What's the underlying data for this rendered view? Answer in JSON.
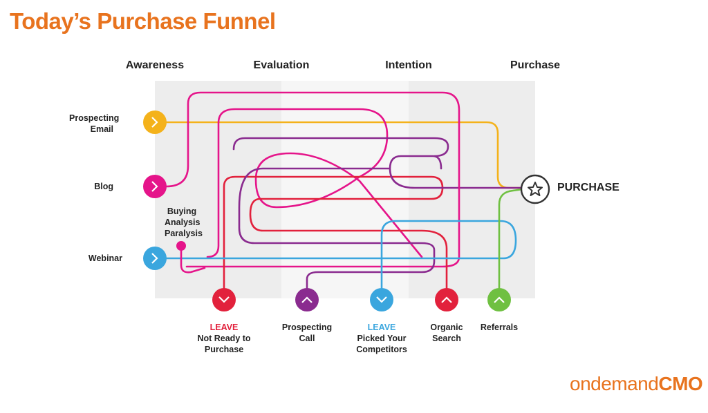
{
  "title": "Today’s Purchase Funnel",
  "stages": [
    "Awareness",
    "Evaluation",
    "Intention",
    "Purchase"
  ],
  "sources": {
    "prospecting_email": [
      "Prospecting",
      "Email"
    ],
    "blog": "Blog",
    "webinar": "Webinar"
  },
  "buying_analysis": [
    "Buying",
    "Analysis",
    "Paralysis"
  ],
  "purchase": "PURCHASE",
  "exits": {
    "not_ready": {
      "leave": "LEAVE",
      "lines": [
        "Not Ready to",
        "Purchase"
      ]
    },
    "prospecting_call": {
      "lines": [
        "Prospecting",
        "Call"
      ]
    },
    "competitors": {
      "leave": "LEAVE",
      "lines": [
        "Picked Your",
        "Competitors"
      ]
    },
    "organic": {
      "lines": [
        "Organic",
        "Search"
      ]
    },
    "referrals": {
      "lines": [
        "Referrals"
      ]
    }
  },
  "logo": {
    "part1": "ondemand",
    "part2": "CMO"
  },
  "colors": {
    "title": "#e8731e",
    "yellow": "#f4b21b",
    "magenta": "#e5148a",
    "blue": "#3aa6de",
    "red": "#e2213c",
    "purple": "#8a2b8f",
    "green": "#6fc041",
    "band_light": "#f1f1f1",
    "band_dark": "#e3e3e3"
  },
  "icons": {
    "source": "chevron-right-icon",
    "leave": "chevron-down-icon",
    "enter": "chevron-up-icon",
    "purchase": "star-icon"
  }
}
